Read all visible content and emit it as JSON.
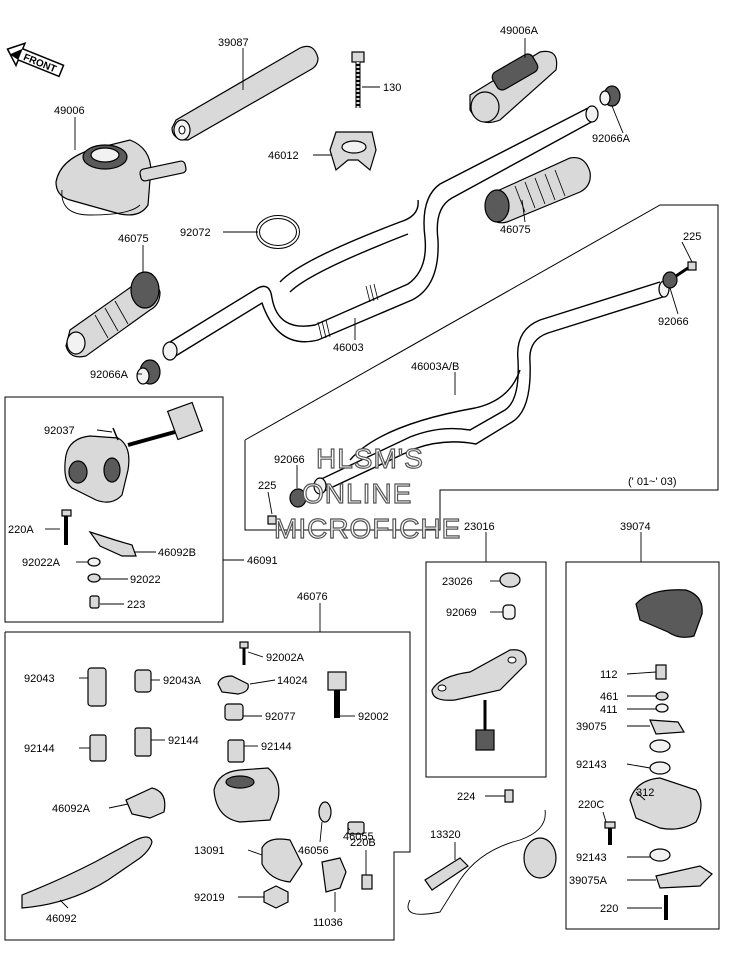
{
  "front_tag": "FRONT",
  "year_range": "(' 01~' 03)",
  "watermark": [
    "HLSM'S",
    "ONLINE",
    "MICROFICHE"
  ],
  "labels": {
    "p39087": "39087",
    "p49006A": "49006A",
    "p49006": "49006",
    "p130": "130",
    "p46012": "46012",
    "p92066A_top": "92066A",
    "p46075_right": "46075",
    "p92072": "92072",
    "p46075_left": "46075",
    "p225_top": "225",
    "p92066_top": "92066",
    "p46003": "46003",
    "p92066A_left": "92066A",
    "p46003AB": "46003A/B",
    "p92037": "92037",
    "p92066_mid": "92066",
    "p225_mid": "225",
    "p220A": "220A",
    "p46092B": "46092B",
    "p92022A": "92022A",
    "p92022": "92022",
    "p46091": "46091",
    "p223": "223",
    "p23016": "23016",
    "p39074": "39074",
    "p23026": "23026",
    "p92069": "92069",
    "p46076": "46076",
    "p92002A": "92002A",
    "p92043": "92043",
    "p92043A": "92043A",
    "p14024": "14024",
    "p92077": "92077",
    "p92002": "92002",
    "p92144_a": "92144",
    "p92144_b": "92144",
    "p92144_c": "92144",
    "p46092A": "46092A",
    "p46055": "46055",
    "p46056": "46056",
    "p13091": "13091",
    "p220B": "220B",
    "p92019": "92019",
    "p46092": "46092",
    "p11036": "11036",
    "p112": "112",
    "p461": "461",
    "p411": "411",
    "p39075": "39075",
    "p92143_a": "92143",
    "p224": "224",
    "p312": "312",
    "p220C": "220C",
    "p13320": "13320",
    "p92143_b": "92143",
    "p39075A": "39075A",
    "p220": "220"
  }
}
